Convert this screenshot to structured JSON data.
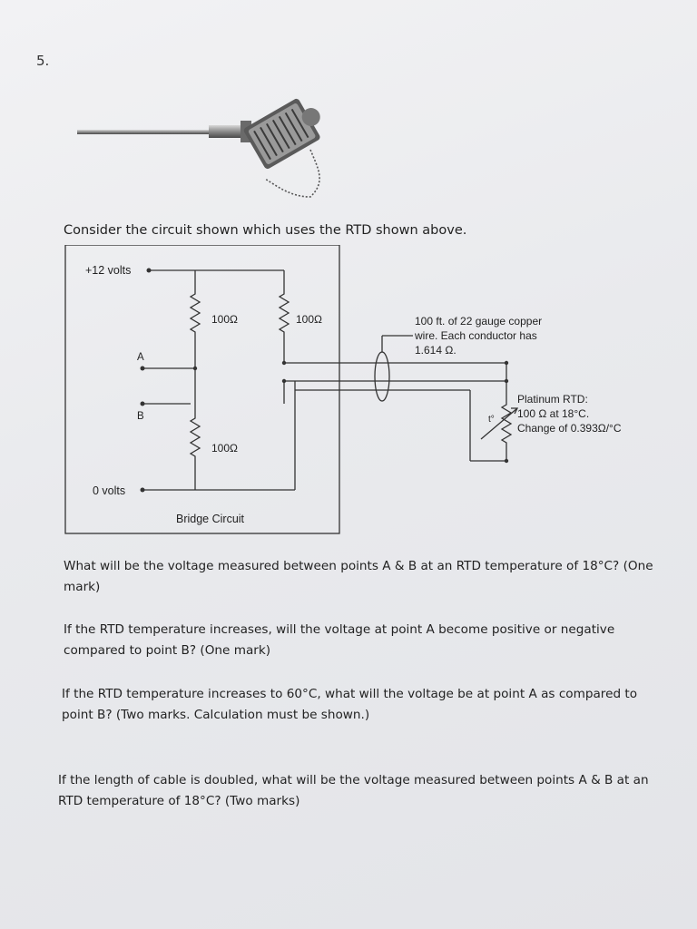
{
  "question_number": "5.",
  "intro": "Consider the circuit shown which uses the RTD shown above.",
  "circuit": {
    "supply_label": "+12 volts",
    "ground_label": "0 volts",
    "point_a": "A",
    "point_b": "B",
    "r_top_left": "100Ω",
    "r_top_right": "100Ω",
    "r_bottom": "100Ω",
    "bridge_label": "Bridge Circuit",
    "wire_note": [
      "100 ft. of 22 gauge copper",
      "wire. Each conductor has",
      "1.614 Ω."
    ],
    "rtd_note": [
      "Platinum RTD:",
      "100 Ω at 18°C.",
      "Change of 0.393Ω/°C"
    ],
    "rtd_symbol": "t°"
  },
  "questions": [
    "What will be the voltage measured between points A & B at an RTD temperature of 18°C? (One mark)",
    "If the RTD temperature increases, will the voltage at point A become positive or negative compared to point B? (One mark)",
    "If the RTD temperature increases to 60°C, what will the voltage be at point A as compared to point B? (Two marks. Calculation must be shown.)",
    "If the length of cable is doubled, what will be the voltage measured between points A & B at an RTD temperature of 18°C? (Two marks)"
  ]
}
